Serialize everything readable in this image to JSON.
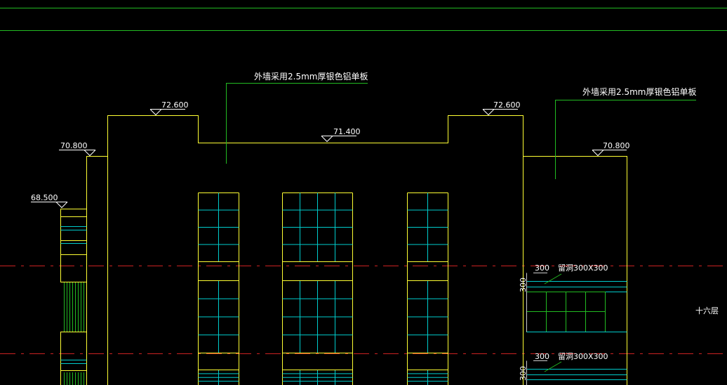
{
  "drawing": {
    "type": "cad-elevation",
    "background": "#000000",
    "colors": {
      "outline": "#ffff33",
      "annotation": "#22bb22",
      "elevation_text": "#ffffff",
      "window_grid": "#00cccc",
      "axis_line": "#cc2222",
      "detail": "#cccccc"
    },
    "notes": [
      {
        "text": "外墙采用2.5mm厚银色铝单板"
      },
      {
        "text": "外墙采用2.5mm厚银色铝单板"
      }
    ],
    "elevations": [
      {
        "value": "72.600"
      },
      {
        "value": "72.600"
      },
      {
        "value": "71.400"
      },
      {
        "value": "70.800"
      },
      {
        "value": "70.800"
      },
      {
        "value": "68.500"
      }
    ],
    "opening_labels": [
      {
        "dim": "300",
        "label": "留洞300X300",
        "side": "300"
      },
      {
        "dim": "300",
        "label": "留洞300X300",
        "side": "300"
      }
    ],
    "floor_label": "十六层"
  }
}
